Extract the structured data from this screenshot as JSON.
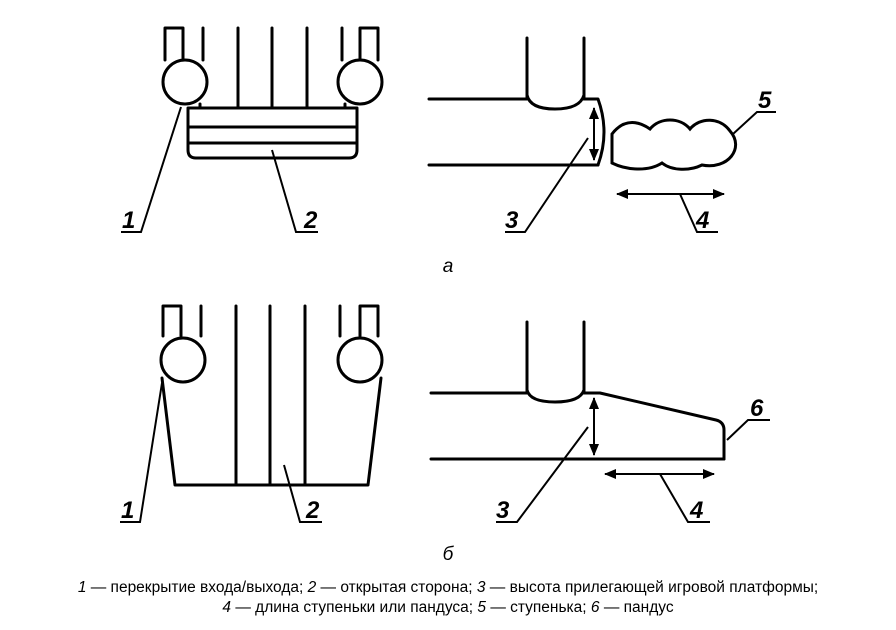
{
  "figure": {
    "callouts_a": {
      "c1": "1",
      "c2": "2",
      "c3": "3",
      "c4": "4",
      "c5": "5"
    },
    "sub_a": "а",
    "callouts_b": {
      "c1": "1",
      "c2": "2",
      "c3": "3",
      "c4": "4",
      "c6": "6"
    },
    "sub_b": "б"
  },
  "caption": {
    "line1": [
      {
        "num": "1",
        "text": " — перекрытие входа/выхода; "
      },
      {
        "num": "2",
        "text": " — открытая сторона; "
      },
      {
        "num": "3",
        "text": " — высота прилегающей игровой платформы;"
      }
    ],
    "line2": [
      {
        "num": "4",
        "text": " — длина ступеньки или пандуса; "
      },
      {
        "num": "5",
        "text": " — ступенька; "
      },
      {
        "num": "6",
        "text": " — пандус"
      }
    ]
  }
}
